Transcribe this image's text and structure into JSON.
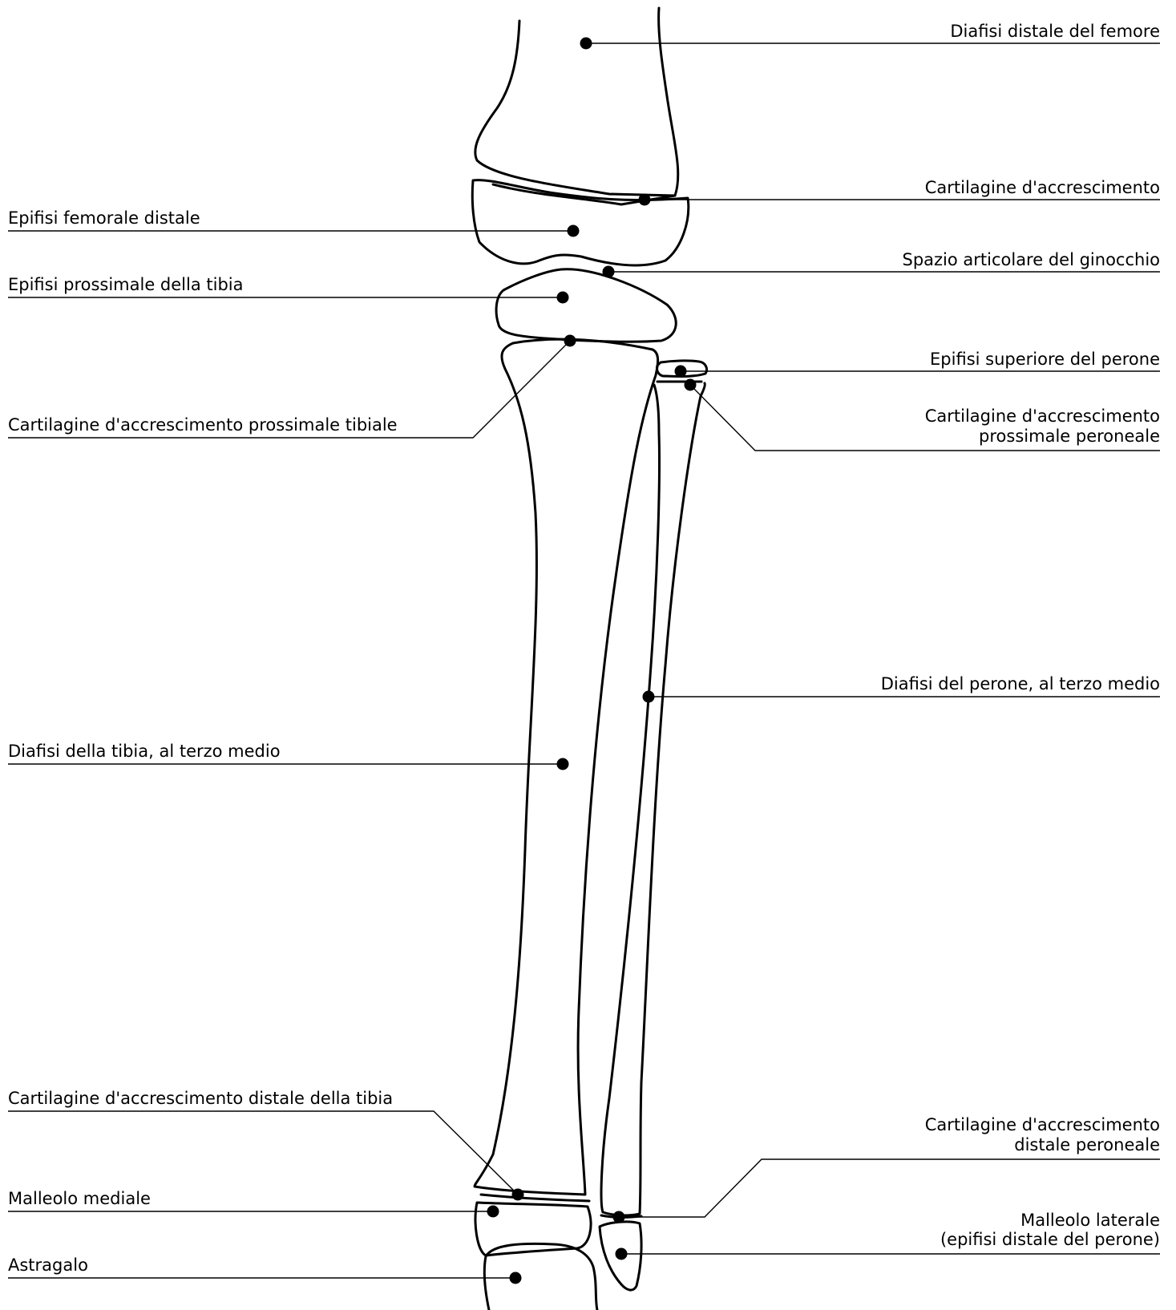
{
  "labels": {
    "diafisi_distale_femore": "Diafisi distale del femore",
    "cartilagine_accrescimento": "Cartilagine d'accrescimento",
    "epifisi_femorale_distale": "Epifisi femorale distale",
    "spazio_articolare_ginocchio": "Spazio articolare del ginocchio",
    "epifisi_prossimale_tibia": "Epifisi prossimale della tibia",
    "epifisi_superiore_perone": "Epifisi superiore del perone",
    "cartilagine_prossimale_tibiale": "Cartilagine d'accrescimento prossimale tibiale",
    "cartilagine_prossimale_peroneale_l1": "Cartilagine d'accrescimento",
    "cartilagine_prossimale_peroneale_l2": "prossimale peroneale",
    "diafisi_perone": "Diafisi del perone, al terzo medio",
    "diafisi_tibia": "Diafisi della tibia, al terzo medio",
    "cartilagine_distale_tibia": "Cartilagine d'accrescimento distale della tibia",
    "cartilagine_distale_peroneale_l1": "Cartilagine d'accrescimento",
    "cartilagine_distale_peroneale_l2": "distale peroneale",
    "malleolo_mediale": "Malleolo mediale",
    "malleolo_laterale_l1": "Malleolo laterale",
    "malleolo_laterale_l2": "(epifisi distale del perone)",
    "astragalo": "Astragalo"
  }
}
